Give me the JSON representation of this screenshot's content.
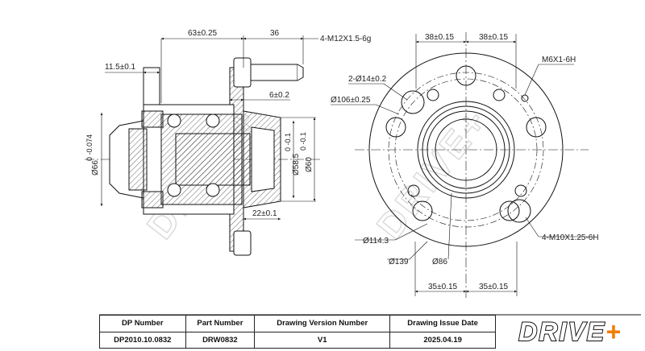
{
  "watermark": "DRIVE+",
  "side_view": {
    "dims": {
      "overall_length": "63±0.25",
      "stud_length": "36",
      "stud_thread": "4-M12X1.5-6g",
      "flange_offset": "11.5±0.1",
      "flange_thickness": "6±0.2",
      "outer_diameter": "Ø66",
      "outer_diameter_tol": "0 -0.074",
      "pilot_diameter": "Ø58.5",
      "pilot_tol": "0 -0.1",
      "hub_diameter": "Ø60",
      "hub_tol": "0 -0.1",
      "pilot_depth": "22±0.1"
    }
  },
  "front_view": {
    "dims": {
      "top_left": "38±0.15",
      "top_right": "38±0.15",
      "small_thread": "M6X1-6H",
      "holes": "2-Ø14±0.2",
      "bolt_circle_small": "Ø106±0.25",
      "bolt_circle_pcd": "Ø114.3",
      "outer_diameter": "Ø139",
      "center_bore": "Ø86",
      "mount_thread": "4-M10X1.25-6H",
      "bottom_left": "35±0.15",
      "bottom_right": "35±0.15"
    }
  },
  "title_block": {
    "headers": {
      "dp_number": "DP Number",
      "part_number": "Part Number",
      "version": "Drawing Version Number",
      "issue_date": "Drawing Issue Date"
    },
    "values": {
      "dp_number": "DP2010.10.0832",
      "part_number": "DRW0832",
      "version": "V1",
      "issue_date": "2025.04.19"
    }
  },
  "logo": {
    "text": "DR",
    "sep": "I",
    "text2": "VE",
    "plus": "+"
  },
  "colors": {
    "line": "#111111",
    "watermark": "#d9d9d9",
    "logo_plus": "#f07d00"
  }
}
